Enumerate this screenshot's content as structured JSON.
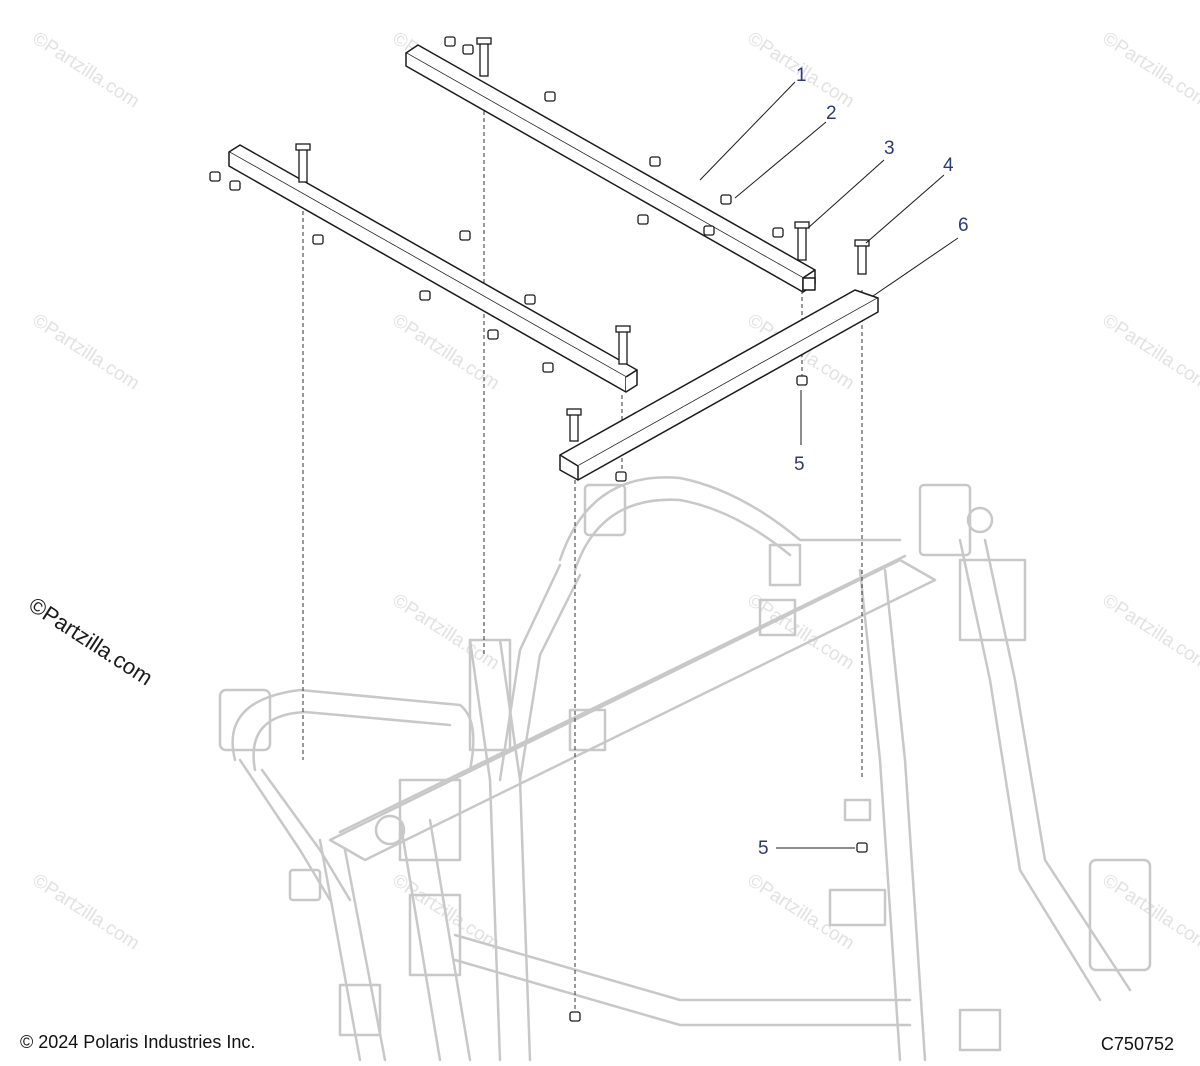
{
  "watermark_text": "©Partzilla.com",
  "watermark_main": "©Partzilla.com",
  "copyright": "© 2024 Polaris Industries Inc.",
  "diagram_code": "C750752",
  "callouts": [
    {
      "id": "callout-1",
      "label": "1"
    },
    {
      "id": "callout-2",
      "label": "2"
    },
    {
      "id": "callout-3",
      "label": "3"
    },
    {
      "id": "callout-4",
      "label": "4"
    },
    {
      "id": "callout-5a",
      "label": "5"
    },
    {
      "id": "callout-5b",
      "label": "5"
    },
    {
      "id": "callout-6",
      "label": "6"
    }
  ],
  "colors": {
    "callout": "#2b3a7a",
    "line": "#1a1a1a",
    "frame": "#c8c8c8"
  }
}
